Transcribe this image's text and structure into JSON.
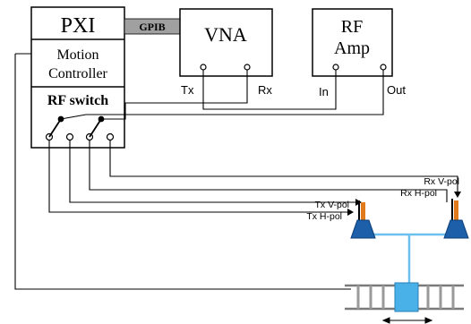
{
  "pxi": {
    "title": "PXI",
    "motion_controller": [
      "Motion",
      "Controller"
    ],
    "rf_switch": "RF switch"
  },
  "gpib": "GPIB",
  "vna": {
    "title": "VNA",
    "tx": "Tx",
    "rx": "Rx"
  },
  "rf_amp": {
    "title": [
      "RF",
      "Amp"
    ],
    "in": "In",
    "out": "Out"
  },
  "antenna_lines": {
    "rx_vpol": "Rx V-pol",
    "rx_hpol": "Rx H-pol",
    "tx_vpol": "Tx V-pol",
    "tx_hpol": "Tx H-pol"
  },
  "colors": {
    "gpib_fill": "#a0a0a0",
    "horn_fill": "#1d5fa8",
    "feed_stub": "#e07a1a",
    "mount_line": "#6cc0f0",
    "carriage": "#4ab0e8",
    "rail": "#7a7a7a",
    "wire": "#000000"
  }
}
